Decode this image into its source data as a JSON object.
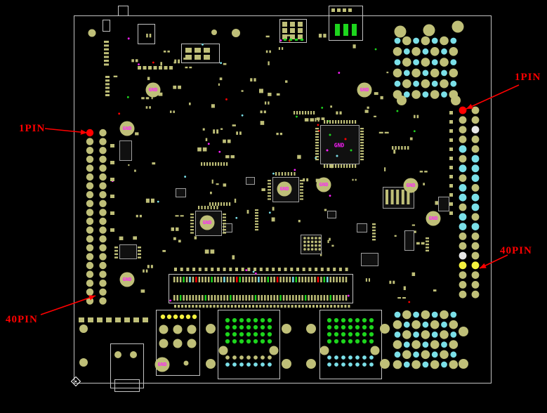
{
  "annotations": {
    "left_1pin": "1PIN",
    "left_40pin": "40PIN",
    "right_1pin": "1PIN",
    "right_40pin": "40PIN"
  },
  "labels": {
    "gnd": "GND"
  },
  "colors": {
    "background": "#000000",
    "board_outline": "#c2c2c2",
    "silk": "#9f9f9f",
    "pad": "#bfbf78",
    "cyan": "#7adfe8",
    "green": "#1dd51d",
    "yellow": "#f5f23e",
    "red": "#ff0000",
    "magenta": "#ff1fff",
    "white": "#ffffff",
    "silver": "#e8e8e8",
    "ic_body": "#101010"
  }
}
